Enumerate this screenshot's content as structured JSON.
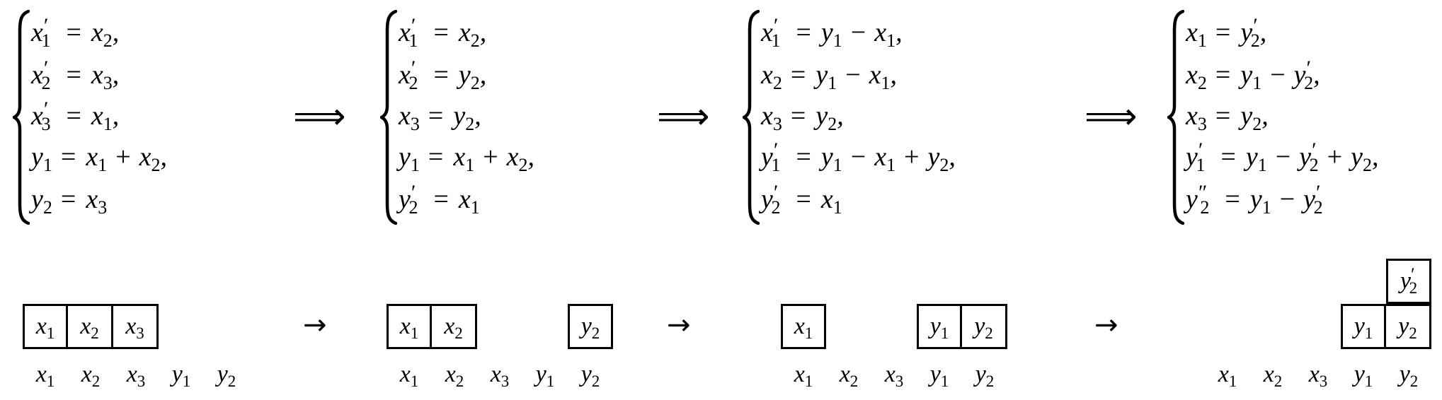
{
  "systems": [
    {
      "equations": [
        {
          "lhs": "x",
          "lsub": "1",
          "lprime": "′",
          "rhs_html": "x<sub>2</sub>,"
        },
        {
          "lhs": "x",
          "lsub": "2",
          "lprime": "′",
          "rhs_html": "x<sub>3</sub>,"
        },
        {
          "lhs": "x",
          "lsub": "3",
          "lprime": "′",
          "rhs_html": "x<sub>1</sub>,"
        },
        {
          "lhs": "y",
          "lsub": "1",
          "lprime": "",
          "rhs_html": "x<sub>1</sub> + x<sub>2</sub>,"
        },
        {
          "lhs": "y",
          "lsub": "2",
          "lprime": "",
          "rhs_html": "x<sub>3</sub>"
        }
      ]
    },
    {
      "equations": [
        {
          "lhs": "x",
          "lsub": "1",
          "lprime": "′",
          "rhs_html": "x<sub>2</sub>,"
        },
        {
          "lhs": "x",
          "lsub": "2",
          "lprime": "′",
          "rhs_html": "y<sub>2</sub>,"
        },
        {
          "lhs": "x",
          "lsub": "3",
          "lprime": "",
          "rhs_html": "y<sub>2</sub>,"
        },
        {
          "lhs": "y",
          "lsub": "1",
          "lprime": "",
          "rhs_html": "x<sub>1</sub> + x<sub>2</sub>,"
        },
        {
          "lhs": "y",
          "lsub": "2",
          "lprime": "′",
          "rhs_html": "x<sub>1</sub>"
        }
      ]
    },
    {
      "equations": [
        {
          "lhs": "x",
          "lsub": "1",
          "lprime": "′",
          "rhs_html": "y<sub>1</sub> − x<sub>1</sub>,"
        },
        {
          "lhs": "x",
          "lsub": "2",
          "lprime": "",
          "rhs_html": "y<sub>1</sub> − x<sub>1</sub>,"
        },
        {
          "lhs": "x",
          "lsub": "3",
          "lprime": "",
          "rhs_html": "y<sub>2</sub>,"
        },
        {
          "lhs": "y",
          "lsub": "1",
          "lprime": "′",
          "rhs_html": "y<sub>1</sub> − x<sub>1</sub> + y<sub>2</sub>,"
        },
        {
          "lhs": "y",
          "lsub": "2",
          "lprime": "′",
          "rhs_html": "x<sub>1</sub>"
        }
      ]
    },
    {
      "equations": [
        {
          "lhs": "x",
          "lsub": "1",
          "lprime": "",
          "rhs_html": "y<span class=\"prime\">′</span><sub>2</sub>,"
        },
        {
          "lhs": "x",
          "lsub": "2",
          "lprime": "",
          "rhs_html": "y<sub>1</sub> − y<span class=\"prime\">′</span><sub>2</sub>,"
        },
        {
          "lhs": "x",
          "lsub": "3",
          "lprime": "",
          "rhs_html": "y<sub>2</sub>,"
        },
        {
          "lhs": "y",
          "lsub": "1",
          "lprime": "′",
          "rhs_html": "y<sub>1</sub> − y<span class=\"prime\">′</span><sub>2</sub> + y<sub>2</sub>,"
        },
        {
          "lhs": "y",
          "lsub": "2",
          "lprime": "″",
          "rhs_html": "y<sub>1</sub> − y<span class=\"prime\">′</span><sub>2</sub>"
        }
      ]
    }
  ],
  "implies_symbol": "⟹",
  "transition_symbol": "→",
  "equals_symbol": "=",
  "register_labels": [
    {
      "var": "x",
      "sub": "1"
    },
    {
      "var": "x",
      "sub": "2"
    },
    {
      "var": "x",
      "sub": "3"
    },
    {
      "var": "y",
      "sub": "1"
    },
    {
      "var": "y",
      "sub": "2"
    }
  ],
  "register_states": [
    {
      "cells": [
        {
          "col": 0,
          "row": 0,
          "var": "x",
          "sub": "1",
          "prime": ""
        },
        {
          "col": 1,
          "row": 0,
          "var": "x",
          "sub": "2",
          "prime": ""
        },
        {
          "col": 2,
          "row": 0,
          "var": "x",
          "sub": "3",
          "prime": ""
        }
      ]
    },
    {
      "cells": [
        {
          "col": 0,
          "row": 0,
          "var": "x",
          "sub": "1",
          "prime": ""
        },
        {
          "col": 1,
          "row": 0,
          "var": "x",
          "sub": "2",
          "prime": ""
        },
        {
          "col": 4,
          "row": 0,
          "var": "y",
          "sub": "2",
          "prime": ""
        }
      ]
    },
    {
      "cells": [
        {
          "col": 0,
          "row": 0,
          "var": "x",
          "sub": "1",
          "prime": ""
        },
        {
          "col": 3,
          "row": 0,
          "var": "y",
          "sub": "1",
          "prime": ""
        },
        {
          "col": 4,
          "row": 0,
          "var": "y",
          "sub": "2",
          "prime": ""
        }
      ]
    },
    {
      "cells": [
        {
          "col": 3,
          "row": 0,
          "var": "y",
          "sub": "1",
          "prime": ""
        },
        {
          "col": 4,
          "row": 0,
          "var": "y",
          "sub": "2",
          "prime": ""
        },
        {
          "col": 4,
          "row": 1,
          "var": "y",
          "sub": "2",
          "prime": "′"
        }
      ]
    }
  ],
  "layout": {
    "system_x": [
      18,
      537,
      1049,
      1649
    ],
    "implies_x": [
      414,
      928,
      1532
    ],
    "group_x": [
      32,
      546,
      1103,
      1702
    ],
    "to_x": [
      428,
      942,
      1546
    ],
    "cell_size": 64,
    "row_y": [
      10,
      70,
      128,
      186,
      246
    ],
    "line_color": "#000000",
    "background": "#ffffff"
  }
}
